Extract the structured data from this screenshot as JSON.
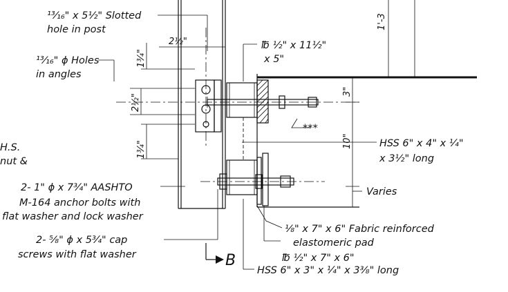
{
  "labels": {
    "slotted_hole": "¹³⁄₁₆\" x 5½\" Slotted",
    "slotted_hole_2": "hole in post",
    "holes_angles": "¹³⁄₁₆\" ϕ Holes",
    "holes_angles_2": "in angles",
    "hs": "H.S.",
    "nut": "nut &",
    "anchor_bolts_1": "2- 1\" ϕ x 7¾\" AASHTO",
    "anchor_bolts_2": "M-164 anchor bolts with",
    "anchor_bolts_3": "flat washer and lock washer",
    "cap_screws_1": "2- ⁵⁄₈\" ϕ x 5¾\" cap",
    "cap_screws_2": "screws with flat washer",
    "plate_top_1": "℔ ½\" x 11½\"",
    "plate_top_2": "x 5\"",
    "weld": "***",
    "hss_6x4_1": "HSS 6\" x 4\" x ¼\"",
    "hss_6x4_2": "x 3½\" long",
    "varies": "Varies",
    "pad_1": "⅛\" x 7\" x 6\" Fabric reinforced",
    "pad_2": "elastomeric pad",
    "plate_bottom": "℔ ½\" x 7\" x 6\"",
    "section_letter": "B",
    "hss_6x3": "HSS 6\" x 3\" x ¼\" x 3⅜\" long"
  },
  "dimensions": {
    "two_half": "2½\"",
    "one_three_quarter_top": "1¾\"",
    "two_half_vertical": "2½\"",
    "one_three_quarter_bottom": "1¾\"",
    "three": "3\"",
    "ten": "10\"",
    "one_foot_three": "1'-3"
  }
}
